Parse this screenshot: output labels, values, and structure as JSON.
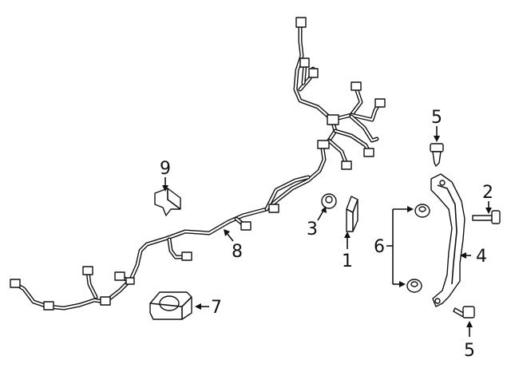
{
  "diagram": {
    "callouts": {
      "c1": "1",
      "c2": "2",
      "c3": "3",
      "c4": "4",
      "c5a": "5",
      "c5b": "5",
      "c6": "6",
      "c7": "7",
      "c8": "8",
      "c9": "9"
    }
  }
}
